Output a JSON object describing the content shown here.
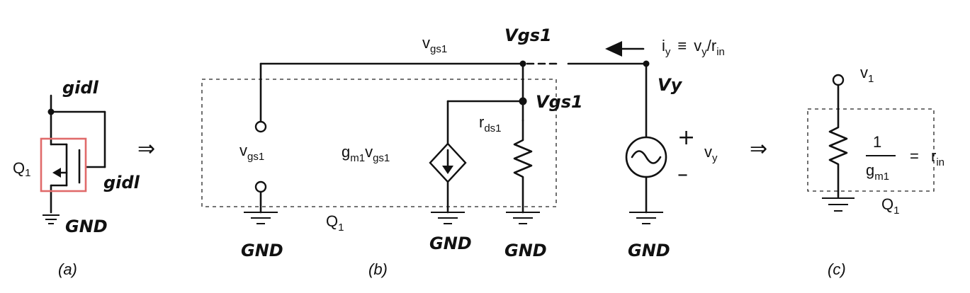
{
  "panel_a": {
    "top_label": "gidl",
    "gate_label": "gidl",
    "transistor_main": "Q",
    "transistor_sub": "1",
    "ground_label": "GND",
    "caption": "(a)",
    "highlight_color": "#e06a6a"
  },
  "panel_b": {
    "wire_label_main": "v",
    "wire_label_sub": "gs1",
    "node_top_label": "Vgs1",
    "node_mid_label": "Vgs1",
    "port_label_main": "v",
    "port_label_sub": "gs1",
    "source_label_g": "g",
    "source_label_gsub": "m1",
    "source_label_v": "v",
    "source_label_vsub": "gs1",
    "res_label_main": "r",
    "res_label_sub": "ds1",
    "box_label_main": "Q",
    "box_label_sub": "1",
    "ground_labels": [
      "GND",
      "GND",
      "GND"
    ],
    "caption": "(b)"
  },
  "test_source": {
    "current_main": "i",
    "current_sub": "y",
    "equiv": "≡",
    "current_eq_v": "v",
    "current_eq_vsub": "y",
    "current_eq_slash": "/",
    "current_eq_r": "r",
    "current_eq_rsub": "in",
    "node_label": "Vy",
    "plus": "+",
    "minus": "–",
    "source_label_main": "v",
    "source_label_sub": "y",
    "ground_label": "GND"
  },
  "arrows": {
    "implies": "⇒"
  },
  "panel_c": {
    "node_label_main": "v",
    "node_label_sub": "1",
    "frac_num": "1",
    "frac_den_main": "g",
    "frac_den_sub": "m1",
    "equals": "=",
    "rin_main": "r",
    "rin_sub": "in",
    "box_label_main": "Q",
    "box_label_sub": "1",
    "caption": "(c)"
  }
}
